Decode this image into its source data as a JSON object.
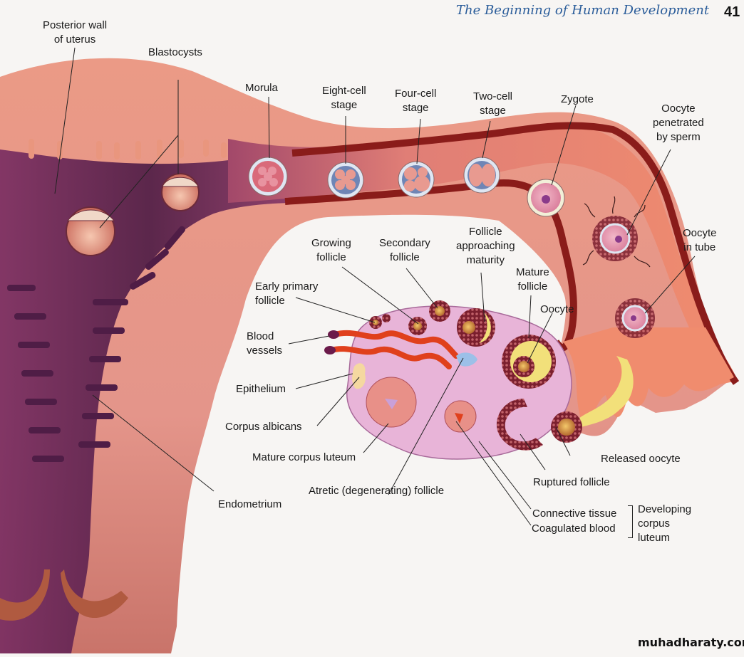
{
  "header": {
    "running_title": "The Beginning of Human Development",
    "page_number": "41"
  },
  "watermark": "muhadharaty.com",
  "figure": {
    "subject": "Ovarian cycle, fertilization and early development to implantation",
    "colors": {
      "uterine_wall": "#e9967e",
      "uterine_cavity": "#5b2450",
      "tube_wall": "#8a1c1a",
      "ovary": "#e8b4d8",
      "blood_vessel": "#e0401c",
      "follicle_fluid": "#f2e07a",
      "zona": "#dfe6f2"
    },
    "labels": {
      "posterior_wall": "Posterior wall\nof uterus",
      "blastocysts": "Blastocysts",
      "morula": "Morula",
      "eight_cell": "Eight-cell\nstage",
      "four_cell": "Four-cell\nstage",
      "two_cell": "Two-cell\nstage",
      "zygote": "Zygote",
      "oocyte_penetrated": "Oocyte\npenetrated\nby sperm",
      "oocyte_in_tube": "Oocyte\nin tube",
      "growing_follicle": "Growing\nfollicle",
      "secondary_follicle": "Secondary\nfollicle",
      "follicle_approaching": "Follicle\napproaching\nmaturity",
      "mature_follicle": "Mature\nfollicle",
      "oocyte": "Oocyte",
      "early_primary": "Early primary\nfollicle",
      "blood_vessels": "Blood\nvessels",
      "epithelium": "Epithelium",
      "corpus_albicans": "Corpus albicans",
      "mature_corpus_luteum": "Mature corpus luteum",
      "atretic_follicle": "Atretic (degenerating) follicle",
      "endometrium": "Endometrium",
      "released_oocyte": "Released oocyte",
      "ruptured_follicle": "Ruptured follicle",
      "connective_tissue": "Connective tissue",
      "coagulated_blood": "Coagulated blood",
      "developing_corpus_luteum": "Developing\ncorpus\nluteum"
    }
  }
}
